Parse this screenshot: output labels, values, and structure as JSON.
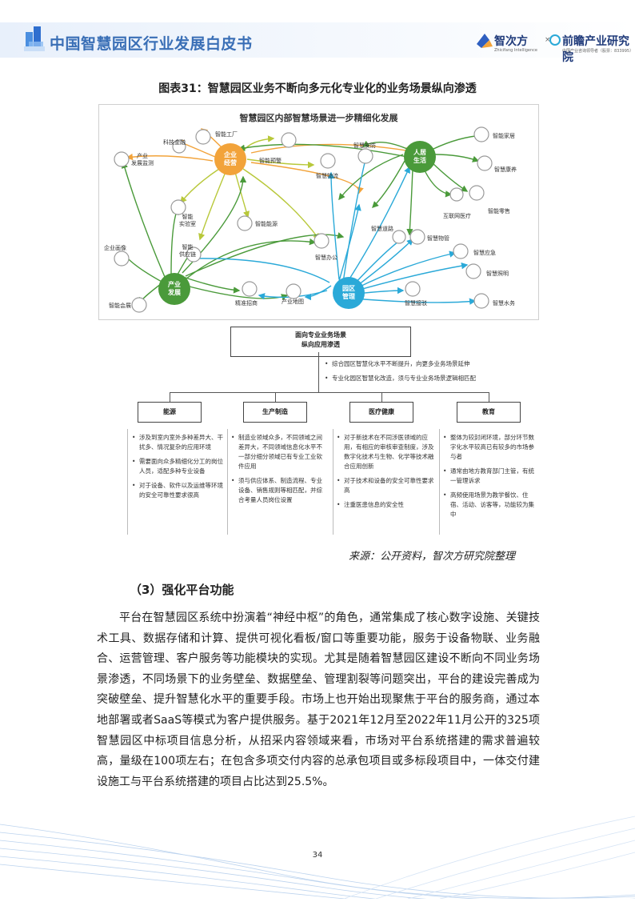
{
  "header": {
    "title": "中国智慧园区行业发展白皮书",
    "brand_a": "智次方",
    "brand_a_sub": "Zhicifang Intelligence",
    "brand_sep": "×",
    "brand_b": "前瞻产业研究院",
    "brand_b_sub": "中国产业咨询领导者（股票：833995）"
  },
  "figure": {
    "title": "图表31：智慧园区业务不断向多元化专业化的业务场景纵向渗透",
    "diagram_title": "智慧园区内部智慧场景进一步精细化发展",
    "hubs": {
      "enterprise": "企业\n经营",
      "residence": "人居\n生活",
      "industry": "产业\n发展",
      "management": "园区\n管理"
    },
    "nodes": {
      "smart_factory": "智能工厂",
      "tech_finance": "科技金融",
      "industry_monitor": "产业\n发展监测",
      "smart_warning": "智能预警",
      "smart_logistics": "智慧物流",
      "smart_lab": "智能\n实验室",
      "smart_supply": "智能\n供应链",
      "smart_energy": "智能能源",
      "company_profile": "企业画像",
      "smart_meeting": "智能会展",
      "precise_invest": "精准招商",
      "industry_map": "产业地图",
      "smart_office": "智慧办公",
      "smart_security": "智慧安防",
      "smart_home": "智能家居",
      "smart_elderly": "智慧康养",
      "smart_retail": "智能零售",
      "internet_medical": "互联网医疗",
      "smart_road": "智慧道路",
      "smart_property": "智慧物管",
      "smart_emergency": "智慧应急",
      "smart_lighting": "智慧照明",
      "smart_receive": "智慧接驳",
      "smart_water": "智慧水务"
    },
    "tree": {
      "root": "面向专业业务场景\n纵向应用渗透",
      "root_bullets": [
        "综合园区智慧化水平不断提升，向更多业务场景延伸",
        "专业化园区智慧化改造，须与专业业务场景逻辑相匹配"
      ],
      "categories": [
        {
          "label": "能源",
          "bullets": [
            "涉及到室内室外多种差异大、干扰多、情况复杂的应用环境",
            "需要面向众多精细化分工的岗位人员，适配多种专业设备",
            "对于设备、软件以及运维等环境的安全可靠性要求很高"
          ]
        },
        {
          "label": "生产制造",
          "bullets": [
            "制造业领域众多，不同领域之间差异大，不同领域信息化水平不一部分细分领域已有专业工业软件应用",
            "须与供应体系、制造流程、专业设备、销售规则等相匹配，并综合考量人员岗位设置"
          ]
        },
        {
          "label": "医疗健康",
          "bullets": [
            "对于新技术在不同涉医领域的应用，有相应的审核审查制度，涉及数字化技术与生物、化学等技术融合应用创新",
            "对于技术和设备的安全可靠性要求高",
            "注重医患信息的安全性"
          ]
        },
        {
          "label": "教育",
          "bullets": [
            "整体为较封闭环境，部分环节数字化水平较高已有较多的市场参与者",
            "通常由地方教育部门主管，有统一管理诉求",
            "高频使用场景为教学餐饮、住宿、活动、访客等，功能较为集中"
          ]
        }
      ]
    },
    "source": "来源：公开资料，智次方研究院整理"
  },
  "section": {
    "heading": "（3）强化平台功能",
    "paragraph": "平台在智慧园区系统中扮演着“神经中枢”的角色，通常集成了核心数字设施、关键技术工具、数据存储和计算、提供可视化看板/窗口等重要功能，服务于设备物联、业务融合、运营管理、客户服务等功能模块的实现。尤其是随着智慧园区建设不断向不同业务场景渗透，不同场景下的业务壁垒、数据壁垒、管理割裂等问题突出，平台的建设完善成为突破壁垒、提升智慧化水平的重要手段。市场上也开始出现聚焦于平台的服务商，通过本地部署或者SaaS等模式为客户提供服务。基于2021年12月至2022年11月公开的325项智慧园区中标项目信息分析，从招采内容领域来看，市场对平台系统搭建的需求普遍较高，量级在100项左右；在包含多项交付内容的总承包项目或多标段项目中，一体交付建设施工与平台系统搭建的项目占比达到25.5%。"
  },
  "page_number": "34",
  "colors": {
    "header_blue": "#3a6fb6",
    "orange": "#f2a33a",
    "green": "#4a9a3a",
    "blue": "#2aa9d8",
    "yellow_green": "#b8c83a"
  }
}
